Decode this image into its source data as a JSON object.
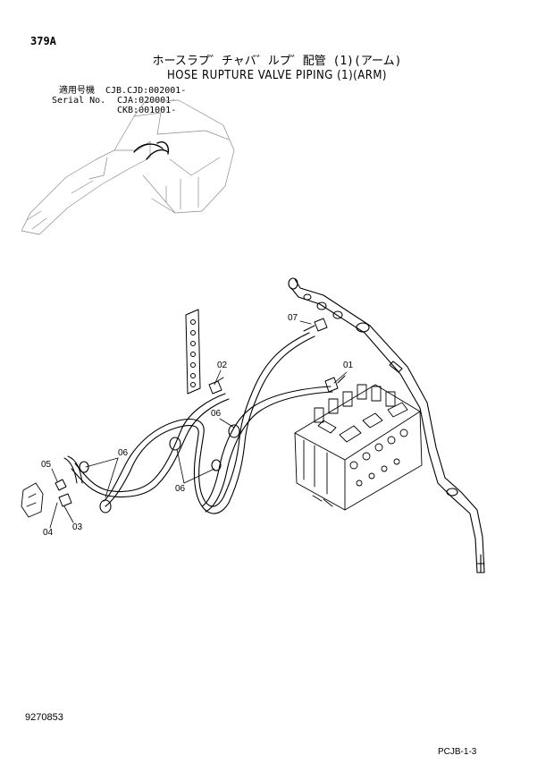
{
  "header": {
    "page_code": "379A",
    "title_jp": "ホースラプ゛チャバ゛ルプ゛配管 (1)(アーム)",
    "title_en": "HOSE RUPTURE VALVE PIPING (1)(ARM)"
  },
  "serial": {
    "label_jp": "適用号機",
    "label_en": "Serial No.",
    "line1": "CJB.CJD:002001-",
    "line2": "CJA:020001-",
    "line3": "CKB:001001-"
  },
  "parts": {
    "p01": "01",
    "p02": "02",
    "p03": "03",
    "p04": "04",
    "p05": "05",
    "p06a": "06",
    "p06b": "06",
    "p06c": "06",
    "p07": "07"
  },
  "footer": {
    "doc_number": "9270853",
    "sheet_code": "PCJB-1-3"
  }
}
